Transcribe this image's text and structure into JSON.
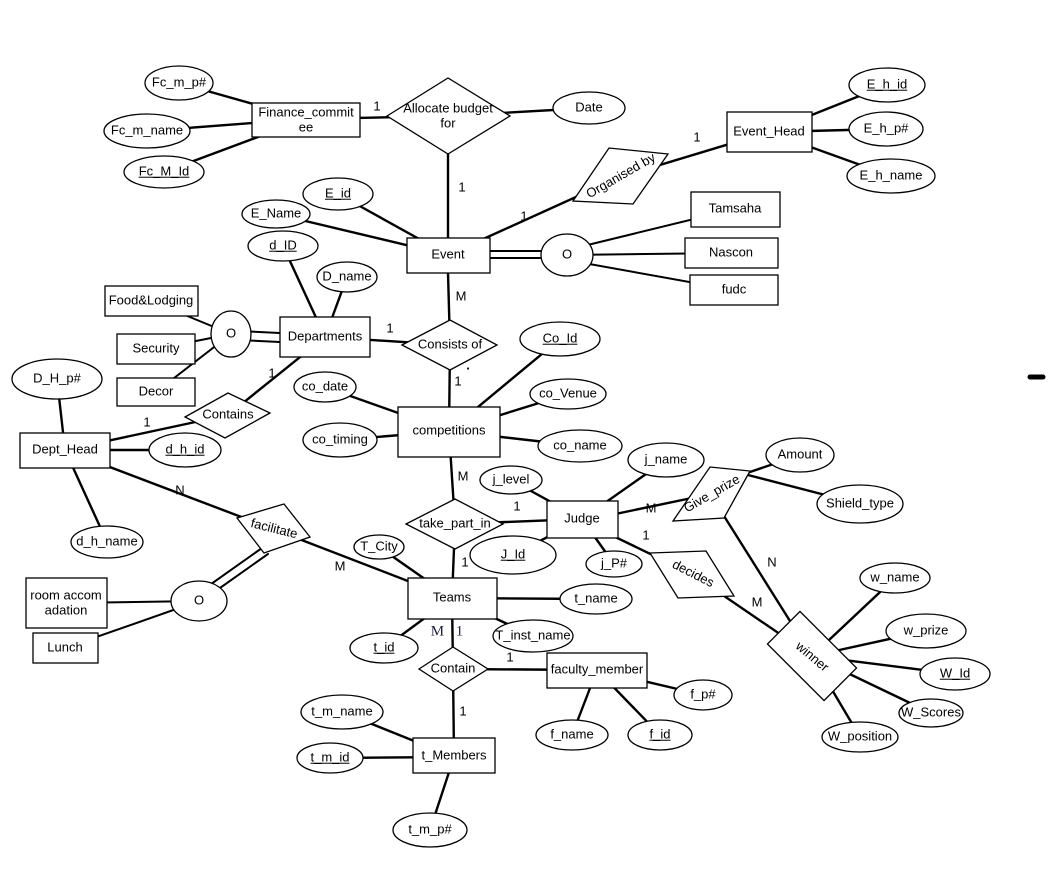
{
  "diagram_type": "entity-relationship-diagram",
  "colors": {
    "background": "#ffffff",
    "line": "#000000",
    "text": "#000000",
    "serif_card": "#1d1d38"
  },
  "entities": {
    "finance_commitee": "Finance_commitee",
    "event_head": "Event_Head",
    "event": "Event",
    "tamsaha": "Tamsaha",
    "nascon": "Nascon",
    "fudc": "fudc",
    "departments": "Departments",
    "food_lodging": "Food&Lodging",
    "security": "Security",
    "decor": "Decor",
    "dept_head": "Dept_Head",
    "competitions": "competitions",
    "judge": "Judge",
    "teams": "Teams",
    "faculty_member": "faculty_member",
    "t_members": "t_Members",
    "room_accomadation": "room accomadation",
    "lunch": "Lunch",
    "winner": "winner"
  },
  "relationships": {
    "allocate_budget_for": "Allocate budget for",
    "organised_by": "Organised by",
    "consists_of": "Consists of",
    "contains": "Contains",
    "facilitate": "facilitate",
    "take_part_in": "take_part_in",
    "give_prize": "Give_prize",
    "decides": "decides",
    "contain": "Contain"
  },
  "connectors": {
    "o_event": "O",
    "o_departments": "O",
    "o_facilitate": "O"
  },
  "attributes": {
    "fc_m_p": "Fc_m_p#",
    "fc_m_name": "Fc_m_name",
    "fc_m_id": "Fc_M_Id",
    "date": "Date",
    "e_h_id": "E_h_id",
    "e_h_p": "E_h_p#",
    "e_h_name": "E_h_name",
    "e_id": "E_id",
    "e_name": "E_Name",
    "d_id": "d_ID",
    "d_name": "D_name",
    "d_h_p": "D_H_p#",
    "d_h_id": "d_h_id",
    "d_h_name": "d_h_name",
    "co_date": "co_date",
    "co_timing": "co_timing",
    "co_id": "Co_Id",
    "co_venue": "co_Venue",
    "co_name": "co_name",
    "j_level": "j_level",
    "j_name": "j_name",
    "j_id": "J_Id",
    "j_p": "j_P#",
    "amount": "Amount",
    "shield_type": "Shield_type",
    "t_city": "T_City",
    "t_name": "t_name",
    "t_inst_name": "T_inst_name",
    "t_id": "t_id",
    "w_name": "w_name",
    "w_prize": "w_prize",
    "w_id": "W_Id",
    "w_scores": "W_Scores",
    "w_position": "W_position",
    "f_p": "f_p#",
    "f_name": "f_name",
    "f_id": "f_id",
    "t_m_name": "t_m_name",
    "t_m_id": "t_m_id",
    "t_m_p": "t_m_p#"
  },
  "cardinalities": {
    "finance_allocate": "1",
    "allocate_event": "1",
    "event_organised": "1",
    "organised_event_head": "1",
    "event_consists": "M",
    "consists_departments": "1",
    "consists_competitions": "1",
    "departments_contains": "1",
    "contains_dept_head": "1",
    "dept_head_facilitate": "N",
    "facilitate_teams": "M",
    "competitions_take_part": "M",
    "take_part_judge": "1",
    "take_part_teams": "1",
    "judge_give_prize": "M",
    "give_prize_winner": "N",
    "judge_decides": "1",
    "decides_winner": "M",
    "teams_contain": "M 1",
    "contain_faculty": "1",
    "contain_t_members": "1"
  },
  "marks": {
    "dot": "."
  }
}
